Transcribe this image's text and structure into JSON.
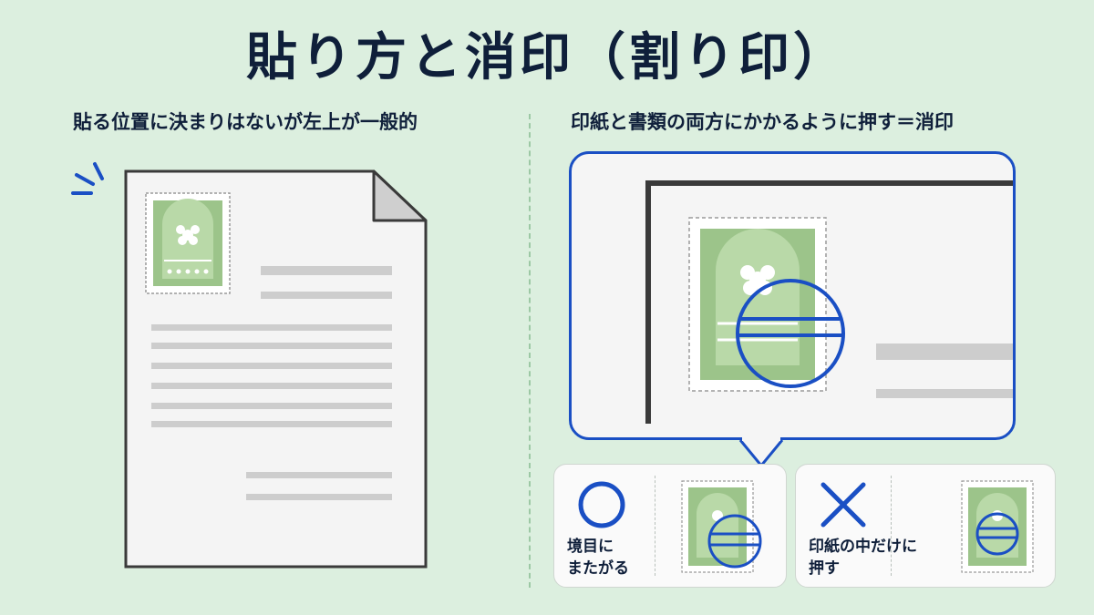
{
  "title": "貼り方と消印（割り印）",
  "left": {
    "subtitle": "貼る位置に決まりはないが左上が一般的"
  },
  "right": {
    "subtitle": "印紙と書類の両方にかかるように押す＝消印",
    "correct": {
      "mark": "circle-mark",
      "line1": "境目に",
      "line2": "またがる"
    },
    "wrong": {
      "mark": "cross-mark",
      "line1": "印紙の中だけに",
      "line2": "押す"
    }
  },
  "colors": {
    "background": "#dcefdf",
    "accent_blue": "#1a4fc4",
    "stamp_green": "#9cc48a",
    "text_navy": "#0f1f3a"
  }
}
